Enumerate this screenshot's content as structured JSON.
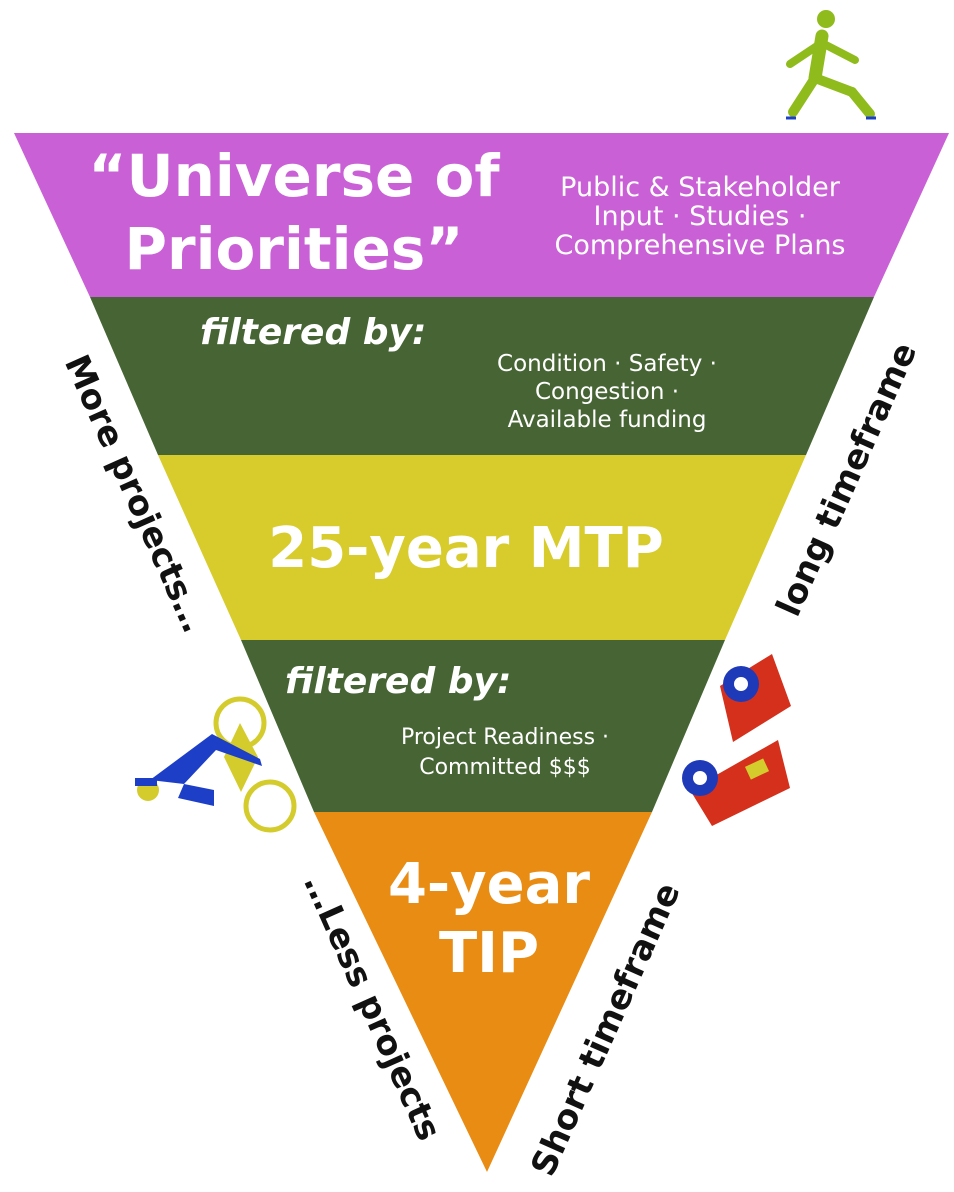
{
  "tiers": {
    "universe": {
      "title_line1": "“Universe of",
      "title_line2": "Priorities”",
      "sources_line1": "Public & Stakeholder",
      "sources_line2": "Input · Studies ·",
      "sources_line3": "Comprehensive Plans"
    },
    "filter_one": {
      "heading": "filtered by:",
      "criteria_line1": "Condition · Safety ·",
      "criteria_line2": "Congestion ·",
      "criteria_line3": "Available funding"
    },
    "mtp": {
      "title": "25-year MTP"
    },
    "filter_two": {
      "heading": "filtered by:",
      "criteria_line1": "Project Readiness ·",
      "criteria_line2": "Committed $$$"
    },
    "tip": {
      "title_line1": "4-year",
      "title_line2": "TIP"
    }
  },
  "side_labels": {
    "more_projects": "More projects…",
    "less_projects": "…Less projects",
    "long_timeframe": "long timeframe",
    "short_timeframe": "Short timeframe"
  },
  "icons": [
    "pedestrian-icon",
    "cyclist-icon",
    "cars-icon"
  ],
  "colors": {
    "universe": "#c960d6",
    "filter": "#476534",
    "mtp": "#d8cc2c",
    "tip": "#e98c14",
    "pedestrian": "#8fbc1c",
    "bike_frame": "#1d3fc8",
    "bike_wheels": "#d4cc2c",
    "car_body": "#d4301c",
    "car_wheels": "#1f3ab8"
  }
}
